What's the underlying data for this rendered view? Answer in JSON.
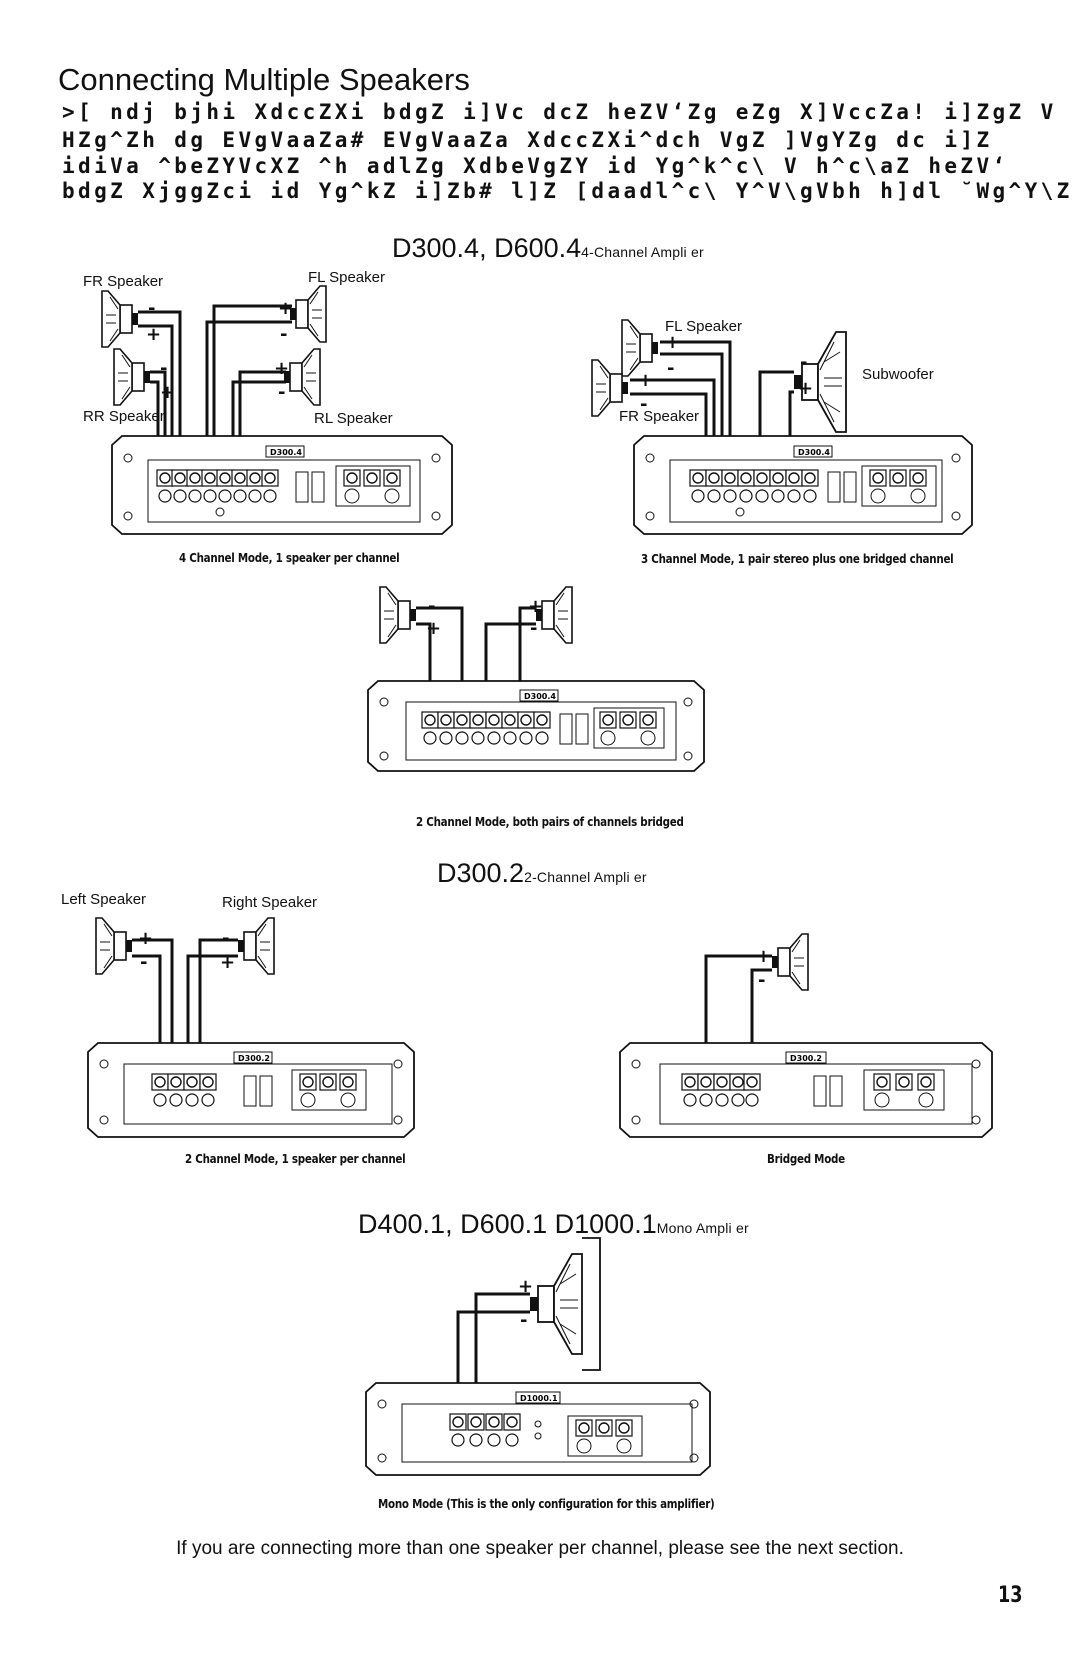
{
  "page": {
    "title": "Connecting Multiple Speakers",
    "garbled_lines": [
      ">[ ndj bjhi XdccZXi bdgZ i]Vc dcZ heZV‘Zg eZg X]VccZa! i]ZgZ V",
      "HZg^Zh dg EVgVaaZa# EVgVaaZa XdccZXi^dch VgZ ]VgYZg dc i]Z",
      "idiVa ^beZYVcXZ ^h adlZg XdbeVgZY id Yg^k^c\\ V h^c\\aZ heZV‘",
      "bdgZ XjggZci id Yg^kZ i]Zb# l]Z [daadl^c\\ Y^V\\gVbh h]dl ˘Wg^Y\\Z"
    ],
    "bottom_note": "If you are connecting more than one speaker per channel, please see the next section.",
    "page_number": "13"
  },
  "sections": {
    "four_channel": {
      "models": "D300.4, D600.4",
      "type": "4-Channel Ampli er"
    },
    "two_channel": {
      "models": "D300.2",
      "type": "2-Channel Ampli er"
    },
    "mono": {
      "models": "D400.1, D600.1 D1000.1",
      "type": "Mono Ampli er"
    }
  },
  "diagrams": {
    "d1": {
      "labels": {
        "fr": "FR Speaker",
        "fl": "FL Speaker",
        "rr": "RR Speaker",
        "rl": "RL Speaker"
      },
      "amp_badge": "D300.4",
      "caption": "4 Channel Mode, 1 speaker per channel"
    },
    "d2": {
      "labels": {
        "fl": "FL Speaker",
        "sub": "Subwoofer",
        "fr": "FR Speaker"
      },
      "amp_badge": "D300.4",
      "caption": "3 Channel Mode, 1 pair stereo plus one bridged channel"
    },
    "d3": {
      "amp_badge": "D300.4",
      "caption": "2 Channel Mode, both pairs of channels bridged"
    },
    "d4": {
      "labels": {
        "left": "Left Speaker",
        "right": "Right Speaker"
      },
      "amp_badge": "D300.2",
      "caption": "2 Channel Mode, 1 speaker per channel"
    },
    "d5": {
      "amp_badge": "D300.2",
      "caption": "Bridged Mode"
    },
    "d6": {
      "amp_badge": "D1000.1",
      "caption": "Mono Mode (This is the only configuration for this amplifier)"
    }
  }
}
